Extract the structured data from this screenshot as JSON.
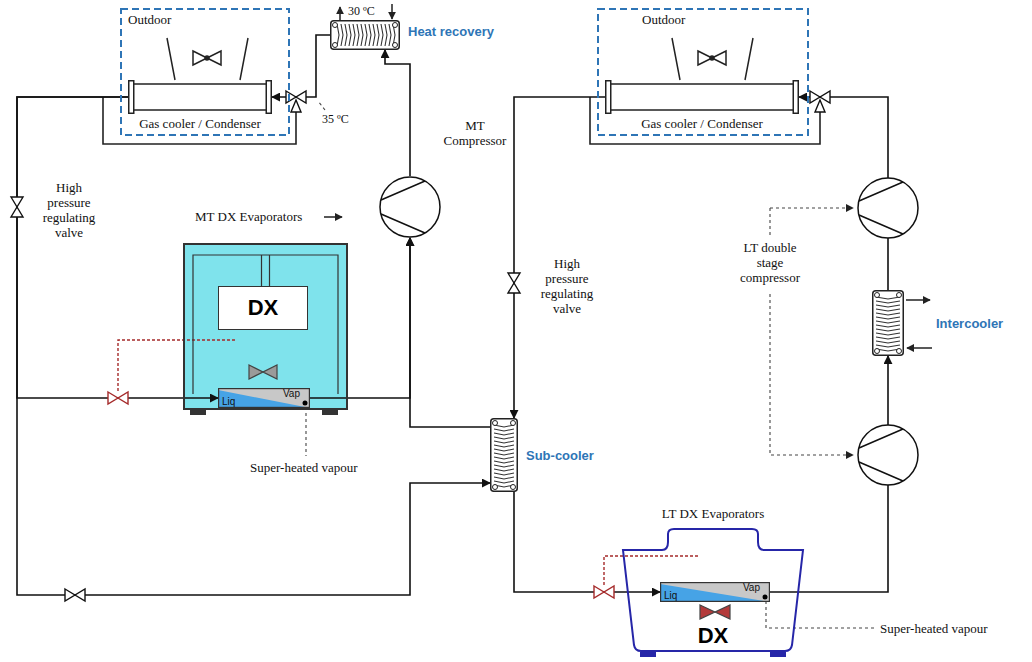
{
  "diagram": {
    "nodes": [
      {
        "text": [
          "Outdoor"
        ]
      },
      {
        "text": [
          "Gas cooler / Condenser"
        ],
        "in": 0
      },
      {
        "text": [
          "Heat recovery"
        ]
      },
      {
        "text": [
          "MT Compressor"
        ]
      },
      {
        "text": [
          "MT DX Evaporators"
        ]
      },
      {
        "text": [
          "DX"
        ],
        "in": 4
      },
      {
        "text": [
          "Liq",
          "Vap"
        ],
        "in": 4
      },
      {
        "text": [
          "Sub-cooler"
        ]
      },
      {
        "text": [
          "Outdoor"
        ]
      },
      {
        "text": [
          "Gas cooler / Condenser"
        ],
        "in": 8
      },
      {
        "text": [
          "Intercooler"
        ]
      },
      {
        "text": [
          "LT DX Evaporators",
          "DX"
        ]
      },
      {
        "text": [
          "Liq",
          "Vap"
        ],
        "in": 11
      }
    ],
    "edges": [
      {
        "from": 3,
        "to": 2,
        "arrow": "to"
      },
      {
        "from": 2,
        "to": 1,
        "arrow": "to"
      },
      {
        "from": 1,
        "to": 6,
        "arrow": "to"
      },
      {
        "from": 1,
        "to": 7,
        "arrow": "to"
      },
      {
        "from": 6,
        "to": 3,
        "arrow": "to"
      },
      {
        "from": 7,
        "to": 3,
        "arrow": "to"
      },
      {
        "from": 9,
        "to": 7,
        "arrow": "to"
      },
      {
        "from": 7,
        "to": 12,
        "arrow": "to"
      },
      {
        "from": 12,
        "to": 10,
        "arrow": "to"
      },
      {
        "from": 10,
        "to": 9,
        "arrow": "to"
      }
    ],
    "labels": [
      "High pressure regulating valve",
      "30 ºC",
      "35 ºC",
      "Super-heated vapour",
      "High pressure regulating valve",
      "LT double stage compressor",
      "Super-heated vapour"
    ]
  }
}
